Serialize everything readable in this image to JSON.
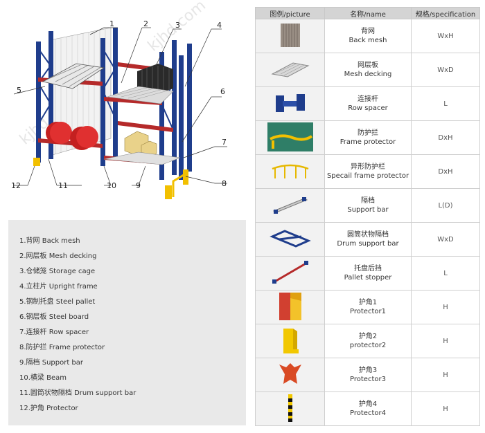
{
  "callouts": [
    "1",
    "2",
    "3",
    "4",
    "5",
    "6",
    "7",
    "8",
    "9",
    "10",
    "11",
    "12"
  ],
  "legend": [
    "1.背网 Back mesh",
    "2.网层板 Mesh decking",
    "3.仓储笼 Storage cage",
    "4.立柱片 Upright frame",
    "5.钢制托盘 Steel pallet",
    "6.钢层板 Steel board",
    "7.连接杆 Row spacer",
    "8.防护拦 Frame protector",
    "9.隔档 Support bar",
    "10.横梁 Beam",
    "11.圆筒状物隔档 Drum support bar",
    "12.护角 Protector"
  ],
  "table": {
    "headers": [
      "图例/picture",
      "名称/name",
      "规格/specification"
    ],
    "rows": [
      {
        "zh": "背网",
        "en": "Back mesh",
        "spec": "WxH",
        "icon": "mesh-panel-icon"
      },
      {
        "zh": "网层板",
        "en": "Mesh decking",
        "spec": "WxD",
        "icon": "mesh-decking-icon"
      },
      {
        "zh": "连接杆",
        "en": "Row spacer",
        "spec": "L",
        "icon": "row-spacer-icon"
      },
      {
        "zh": "防护拦",
        "en": "Frame protector",
        "spec": "DxH",
        "icon": "frame-protector-icon"
      },
      {
        "zh": "异形防护栏",
        "en": "Specail frame protector",
        "spec": "DxH",
        "icon": "special-protector-icon"
      },
      {
        "zh": "隔档",
        "en": "Support bar",
        "spec": "L(D)",
        "icon": "support-bar-icon"
      },
      {
        "zh": "圆筒状物隔档",
        "en": "Drum support bar",
        "spec": "WxD",
        "icon": "drum-support-icon"
      },
      {
        "zh": "托盘后挡",
        "en": "Pallet stopper",
        "spec": "L",
        "icon": "pallet-stopper-icon"
      },
      {
        "zh": "护角1",
        "en": "Protector1",
        "spec": "H",
        "icon": "protector1-icon"
      },
      {
        "zh": "护角2",
        "en": "protector2",
        "spec": "H",
        "icon": "protector2-icon"
      },
      {
        "zh": "护角3",
        "en": "Protector3",
        "spec": "H",
        "icon": "protector3-icon"
      },
      {
        "zh": "护角4",
        "en": "Protector4",
        "spec": "H",
        "icon": "protector4-icon"
      }
    ]
  },
  "watermark": "kjhd.com",
  "colors": {
    "frame_blue": "#1f3d8c",
    "beam_red": "#b52a2a",
    "header_bg": "#d4d4d4",
    "legend_bg": "#e9e9e9",
    "protector_yellow": "#f2c000"
  }
}
